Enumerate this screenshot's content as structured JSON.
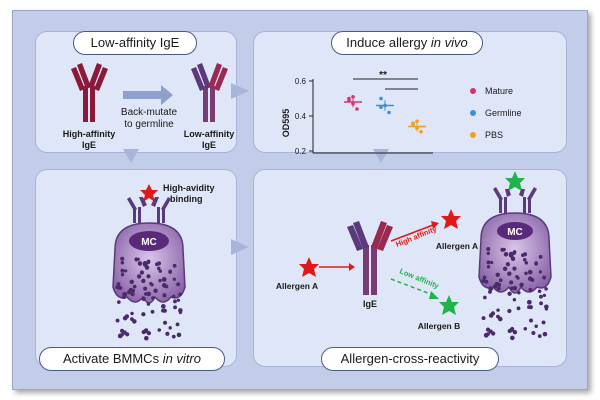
{
  "colors": {
    "frame_bg": "#c3cdea",
    "panel_bg": "#dfe6f7",
    "ige_high": "#8b1a3a",
    "ige_low": "#7a3d73",
    "mature_dot": "#d6336c",
    "germline_dot": "#3a8fd6",
    "pbs_dot": "#f0a020",
    "allergen_a": "#e01818",
    "allergen_b": "#22b24c",
    "mast_cell": "#6b3a8a"
  },
  "panels": {
    "top_left": {
      "title": "Low-affinity IgE",
      "high_affinity_label_line1": "High-affinity",
      "high_affinity_label_line2": "IgE",
      "back_mutate_line1": "Back-mutate",
      "back_mutate_line2": "to germline",
      "low_affinity_label_line1": "Low-affinity",
      "low_affinity_label_line2": "IgE"
    },
    "top_right": {
      "title_prefix": "Induce allergy ",
      "title_italic": "in vivo",
      "significance": "**",
      "legend": [
        {
          "label": "Mature",
          "icon": "dot",
          "color": "#d6336c"
        },
        {
          "label": "Germline",
          "icon": "dot",
          "color": "#3a8fd6"
        },
        {
          "label": "PBS",
          "icon": "dot",
          "color": "#f0a020"
        }
      ]
    },
    "bottom_left": {
      "title_prefix": "Activate BMMCs ",
      "title_italic": "in vitro",
      "binding_line1": "High-avidity",
      "binding_line2": "binding",
      "mc_label": "MC"
    },
    "bottom_right": {
      "title": "Allergen-cross-reactivity",
      "allergen_a_left": "Allergen A",
      "ige_label": "IgE",
      "high_affinity": "High affinity",
      "low_affinity": "Low affinity",
      "allergen_a_right": "Allergen A",
      "allergen_b": "Allergen B",
      "mc_label": "MC"
    }
  },
  "chart_data": {
    "type": "scatter",
    "ylabel": "OD595",
    "yticks": [
      "0.2",
      "0.4",
      "0.6"
    ],
    "ylim": [
      0.2,
      0.6
    ],
    "categories": [
      "Mature",
      "Germline",
      "PBS"
    ],
    "series": [
      {
        "name": "Mature",
        "mean": 0.48,
        "values": [
          0.5,
          0.47,
          0.44,
          0.49,
          0.51
        ]
      },
      {
        "name": "Germline",
        "mean": 0.46,
        "values": [
          0.5,
          0.46,
          0.42,
          0.45
        ]
      },
      {
        "name": "PBS",
        "mean": 0.34,
        "values": [
          0.36,
          0.33,
          0.31,
          0.35,
          0.37
        ]
      }
    ],
    "annotations": [
      "**"
    ]
  }
}
